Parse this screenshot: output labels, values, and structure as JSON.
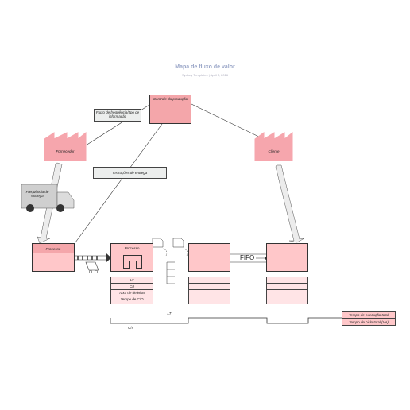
{
  "header": {
    "title": "Mapa de fluxo de valor",
    "subtitle": "Sydney Templates  |  April 5, 2016"
  },
  "nodes": {
    "production_control": "Controle da produção",
    "supplier": "Fornecedor",
    "customer": "Cliente",
    "weekly_frequency": "Fluxo de frequência/tipo de informação",
    "delivery_instructions": "Instruções de entrega",
    "delivery_frequency": "Frequência de entrega",
    "process_1": "Processo",
    "process_2": "Processo",
    "fifo": "FIFO"
  },
  "data_box": {
    "rows": [
      "LT",
      "C/I",
      "Taxa de defeitos",
      "Tempo de C/O"
    ]
  },
  "timeline": {
    "lt_label": "LT",
    "ct_label": "C/I",
    "total_lead_time": "Tempo de execução total",
    "total_cycle_time": "Tempo de ciclo total (VA)"
  },
  "colors": {
    "process_fill": "#ffc7c9",
    "header_fill": "#f4a6aa",
    "data_fill": "#ffe4e6",
    "truck": "#cfcfcf"
  }
}
